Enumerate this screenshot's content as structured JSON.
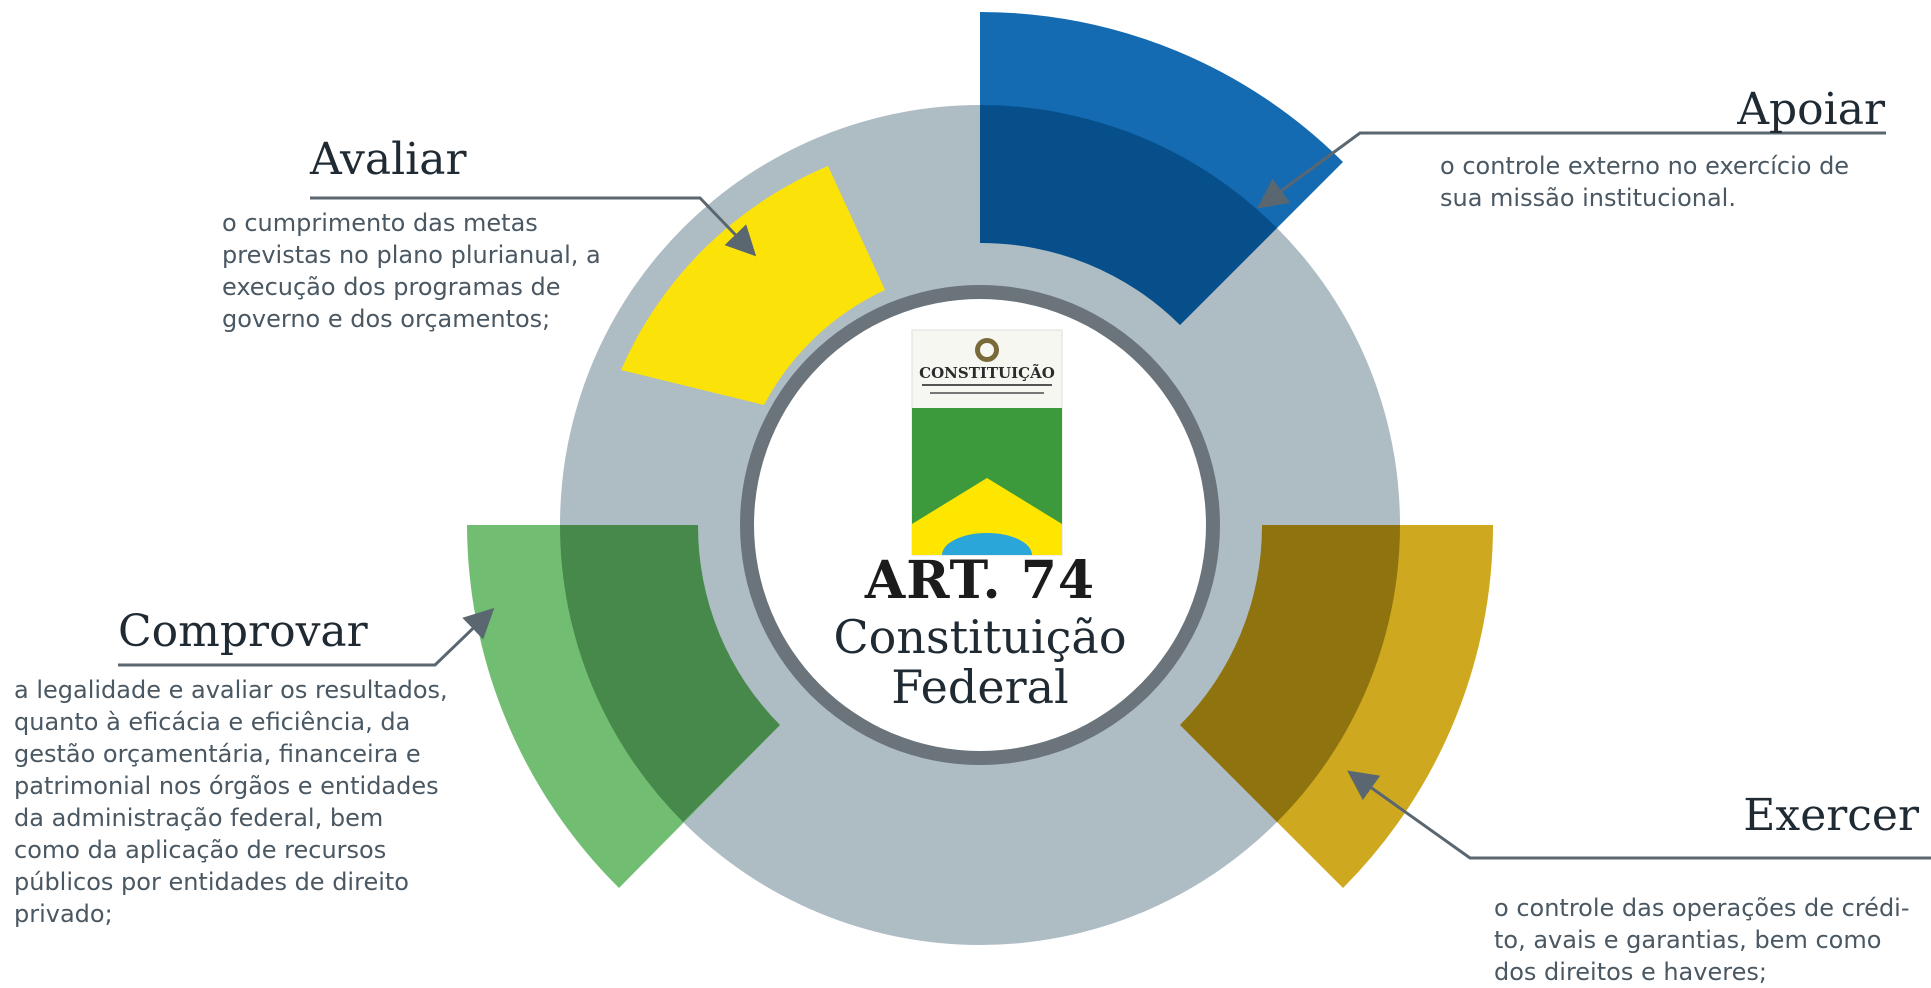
{
  "center": {
    "title": "ART. 74",
    "subtitle": "Constituição\nFederal",
    "book_title": "CONSTITUIÇÃO"
  },
  "segments": {
    "avaliar": {
      "title": "Avaliar",
      "description": "o cumprimento das metas\nprevistas no plano plurianual, a\nexecução dos programas de\ngoverno e dos orçamentos;",
      "color": "#ffe500"
    },
    "apoiar": {
      "title": "Apoiar",
      "description": "o controle externo no exercício de\nsua missão institucional.",
      "color": "#005eaa"
    },
    "comprovar": {
      "title": "Comprovar",
      "description": "a legalidade e avaliar os resultados,\nquanto à eficácia e eficiência, da\ngestão orçamentária, financeira e\npatrimonial nos órgãos e entidades\nda administração federal, bem\ncomo da aplicação de recursos\npúblicos por entidades de direito\nprivado;",
      "color": "#65b866"
    },
    "exercer": {
      "title": "Exercer",
      "description": "o controle das operações de crédi-\nto, avais e garantias, bem como\ndos direitos e haveres;",
      "color": "#c9a008"
    }
  },
  "colors": {
    "ring": "#aebcc4",
    "inner_ring": "#6a747a",
    "connector": "#5a6670"
  }
}
